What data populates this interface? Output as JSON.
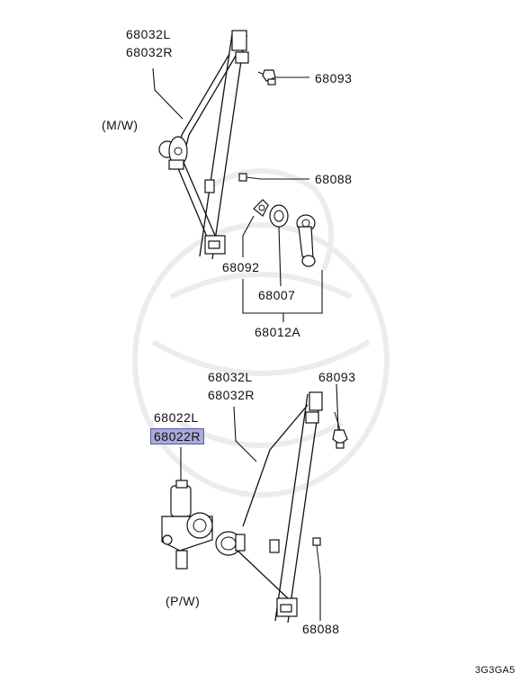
{
  "colors": {
    "ink": "#111111",
    "highlight": "#a9a9dc",
    "watermark": "#ececec",
    "background": "#ffffff"
  },
  "upper_assembly": {
    "variant": "(M/W)",
    "regulator_left": "68032L",
    "regulator_right": "68032R",
    "bolt_top": "68093",
    "bolt_lower": "68088",
    "clip": "68092",
    "escutcheon": "68007",
    "handle_set": "68012A"
  },
  "lower_assembly": {
    "variant": "(P/W)",
    "regulator_left": "68032L",
    "regulator_right": "68032R",
    "bolt_top": "68093",
    "motor_left": "68022L",
    "motor_right": "68022R",
    "bolt_lower": "68088"
  },
  "highlighted_part": "68022R",
  "diagram_code": "3G3GA5"
}
